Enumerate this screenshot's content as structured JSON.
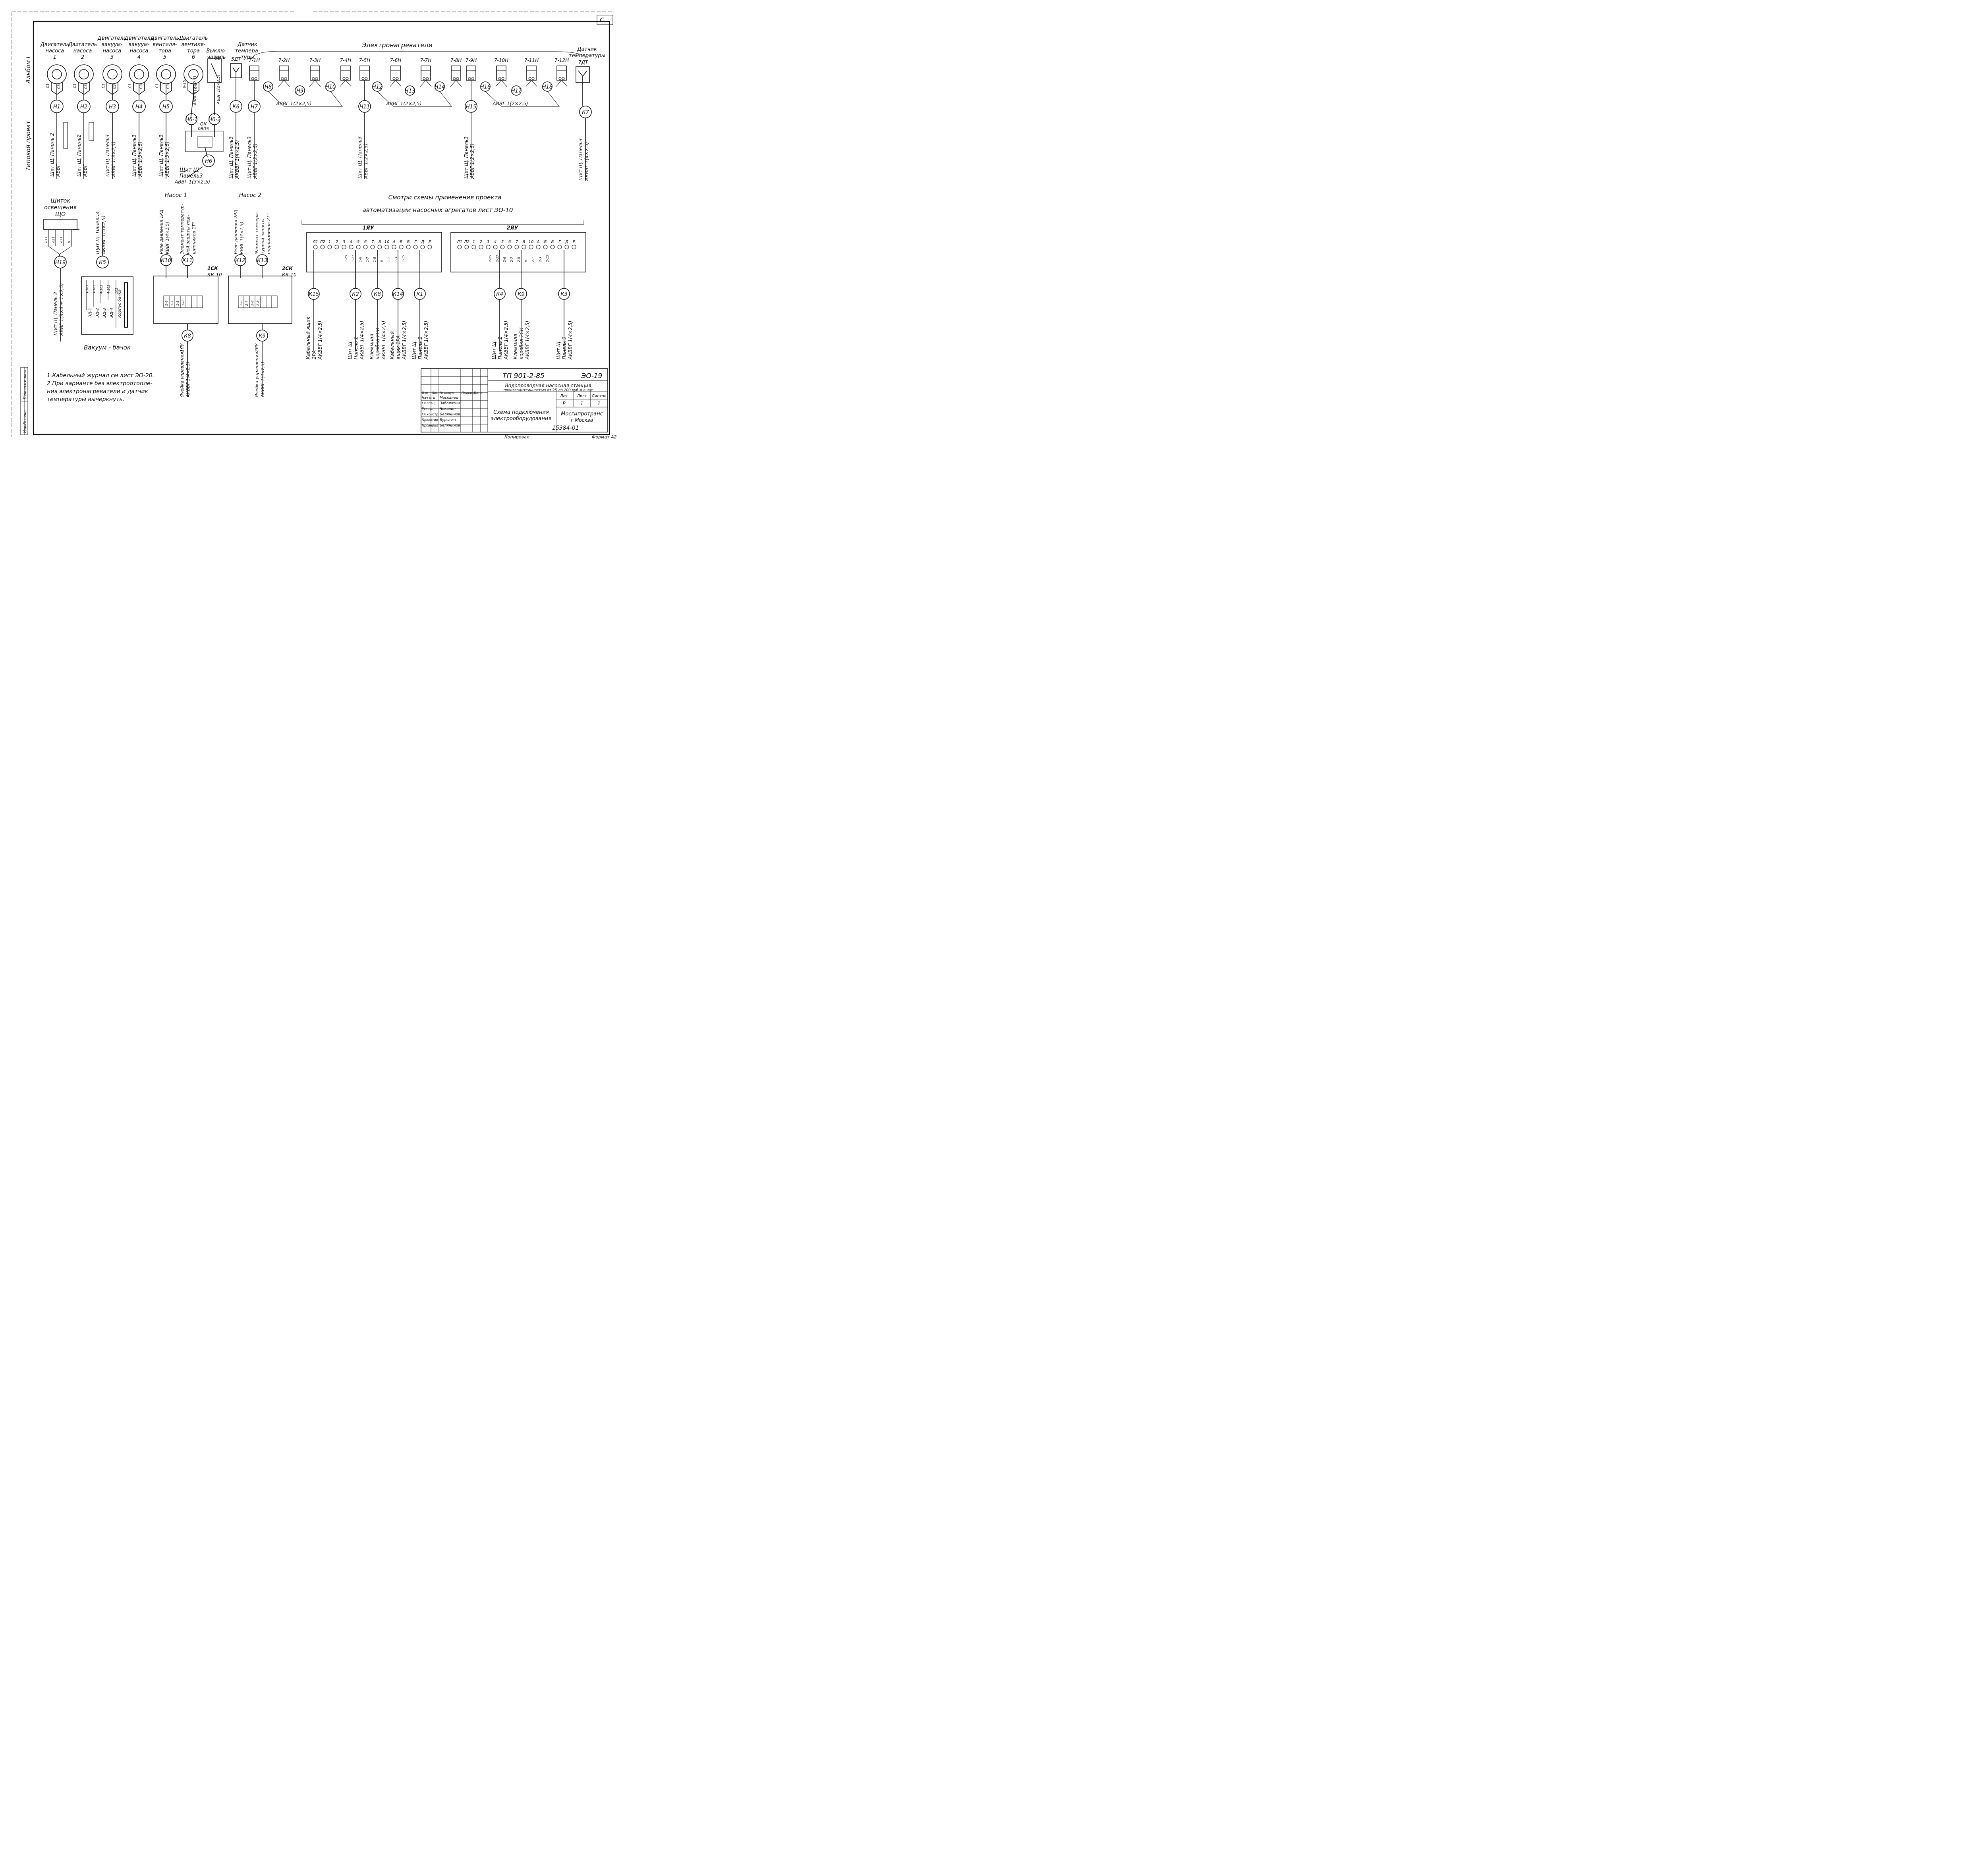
{
  "corner_mark": "С",
  "side": {
    "album": "Альбом I",
    "project": "Типовой проект"
  },
  "stamp_side": [
    "Инв.№ подл.",
    "Подпись и дата"
  ],
  "header": {
    "motors_top": [
      [
        "Двигатель",
        "насоса",
        "1"
      ],
      [
        "Двигатель",
        "насоса",
        "2"
      ],
      [
        "Двигатель",
        "вакуум-",
        "насоса",
        "3"
      ],
      [
        "Двигатель",
        "вакуум-",
        "насоса",
        "4"
      ],
      [
        "Двигатель",
        "вентиля-",
        "тора",
        "5"
      ],
      [
        "Двигатель",
        "вентиля-",
        "тора",
        "6"
      ],
      [
        "Выклю-",
        "чатель"
      ],
      [
        "Датчик",
        "темпера-",
        "туры"
      ]
    ],
    "heaters_title": "Электронагреватели",
    "sensor2": [
      "Датчик",
      "температуры"
    ]
  },
  "units": {
    "switch": "6В",
    "sensor": "5ДТ",
    "sensor2": "7ДТ",
    "heaters": [
      "7-1Н",
      "7-2Н",
      "7-3Н",
      "7-4Н",
      "7-5Н",
      "7-6Н",
      "7-7Н",
      "7-8Н",
      "7-9Н",
      "7-10Н",
      "7-11Н",
      "7-12Н"
    ]
  },
  "cable_nodes": {
    "top": [
      "Н1",
      "Н2",
      "Н3",
      "Н4",
      "Н5",
      "Н6-1",
      "Н6-2",
      "Н6",
      "К6",
      "Н7",
      "Н8",
      "Н9",
      "Н10",
      "Н11",
      "Н12",
      "Н13",
      "Н14",
      "Н15",
      "Н16",
      "Н17",
      "Н18",
      "К7"
    ],
    "mid": [
      "Н19",
      "К5",
      "К10",
      "К11",
      "К12",
      "К13",
      "К8",
      "К9"
    ],
    "right": [
      "К15",
      "К2",
      "К8",
      "К14",
      "К1",
      "К4",
      "К9",
      "К3"
    ]
  },
  "cable_group": "АВВГ 1(2×2,5)",
  "vert_labels": {
    "c1": [
      "Щит Щ. Панель 2",
      "АВВГ"
    ],
    "c2": [
      "Щит Щ. Панель2",
      "АВВГ"
    ],
    "c3": [
      "Щит Щ. Панель3",
      "АВВГ 1(3×2,5)"
    ],
    "c4": [
      "Щит Щ. Панель3",
      "АВВГ 1(3×2,5)"
    ],
    "c5": [
      "Щит Щ. Панель3",
      "АВВГ 1(3×2,5)"
    ],
    "c6": "АВВГ 1(2×2,5)",
    "c6b": "АВВГ 1(2×2,5)",
    "ck6": [
      "Щит Щ. Панель3",
      "АКВВГ 1(4×2,5)"
    ],
    "ch7": [
      "Щит Щ. Панель3",
      "АВВГ 1(2×2,5)"
    ],
    "ch11": [
      "Щит Щ. Панель3",
      "АВВГ 1(2×2,5)"
    ],
    "ch15": [
      "Щит Щ. Панель3",
      "АВВГ 1(2×2,5)"
    ],
    "ck7": [
      "Щит Щ. Панель3",
      "АКВВГ 1(4×2,5)"
    ]
  },
  "h6_bottom": [
    "Щит Щ",
    "Панель3",
    "АВВГ 1(3×2,5)"
  ],
  "ok_label": [
    "ОК",
    "0805"
  ],
  "lighting": {
    "title": [
      "Щиток",
      "освещения",
      "ЩО"
    ],
    "terms": [
      "Л11",
      "Л21",
      "Л31",
      "0"
    ],
    "cable": [
      "Щит Щ. Панель 2",
      "АВВГ 1(3×4 + 1×2,5)"
    ]
  },
  "vacuum": {
    "cable": [
      "Щит Щ. Панель3",
      "АКВВГ 1(5×2,5)"
    ],
    "wires": [
      "3-103",
      "3-105",
      "4-103",
      "4-105",
      "102"
    ],
    "electrodes": [
      "ЭД-1",
      "ЭД-2",
      "ЭД-3",
      "ЭД-4",
      "Корпус бачка"
    ],
    "title": "Вакуум - бачок"
  },
  "pumps": [
    {
      "title": "Насос 1",
      "relay": [
        "Реле давления 1РД",
        "КВВГ 1(4×1,5)"
      ],
      "elem": [
        "Элемент температур-",
        "ной защиты под-",
        "шипников 1Т°",
        "КВВГ 1(4×1,5)"
      ],
      "box": [
        "1СК",
        "КК-10"
      ],
      "terms": [
        "1-6",
        "1-7",
        "1-8",
        "1-8"
      ],
      "out": [
        "Ячейка управления1ЯУ",
        "АКВВГ 1(4×2,5)"
      ]
    },
    {
      "title": "Насос 2",
      "relay": [
        "Реле давления 2РД",
        "КВВГ 1(4×1,5)"
      ],
      "elem": [
        "Элемент темпера-",
        "турной защиты",
        "подшипников 2Т°",
        "КВВГ 1(4×1,5)"
      ],
      "box": [
        "2СК",
        "КК-10"
      ],
      "terms": [
        "2-6",
        "2-7",
        "2-8",
        "2-8"
      ],
      "out": [
        "Ячейка управления2ЯУ",
        "АКВВГ 1(4×2,5)"
      ]
    }
  ],
  "see_note": [
    "Смотри схемы применения проекта",
    "автоматизации насосных агрегатов лист ЭО-10"
  ],
  "yau1": {
    "title": "1ЯУ",
    "terms": [
      "Л1",
      "Л2",
      "1",
      "2",
      "3",
      "4",
      "5",
      "6",
      "7",
      "8",
      "10",
      "А",
      "Б",
      "В",
      "Г",
      "Д",
      "Е"
    ],
    "wires": [
      "1-25",
      "1-27",
      "1-6",
      "1-7",
      "1-8",
      "0",
      "1-1",
      "1-3",
      "1-15"
    ]
  },
  "yau2": {
    "title": "2ЯУ",
    "terms": [
      "Л1",
      "Л2",
      "1",
      "2",
      "3",
      "4",
      "5",
      "6",
      "7",
      "8",
      "10",
      "А",
      "Б",
      "В",
      "Г",
      "Д",
      "Е"
    ],
    "wires": [
      "2-25",
      "2-27",
      "2-6",
      "2-7",
      "2-8",
      "0",
      "2-1",
      "2-3",
      "2-15"
    ]
  },
  "right_labels": [
    [
      "Кабельный ящик",
      "2РА",
      "АКВВГ 1(4×2,5)"
    ],
    [
      "Щит Щ.",
      "Панель 2",
      "АКВВГ 1(4×2,5)"
    ],
    [
      "Клеммная",
      "коробка 2СК",
      "АКВВГ 1(4×2,5)"
    ],
    [
      "Кабельный",
      "ящик 1РА",
      "АКВВГ 1(4×2,5)"
    ],
    [
      "Щит Щ.",
      "Панель 2",
      "АКВВГ 1(4×2,5)"
    ],
    [
      "Щит Щ.",
      "Панель 2",
      "АКВВГ 1(4×2,5)"
    ],
    [
      "Клеммная",
      "коробка 2СК",
      "АКВВГ 1(4×2,5)"
    ],
    [
      "Щит Щ.",
      "Панель 2",
      "АКВВГ 1(4×2,5)"
    ]
  ],
  "notes": [
    "1.Кабельный журнал см лист ЭО-20.",
    "2.При варианте без электроотопле-",
    "ния электронагреватели и датчик",
    "температуры вычеркнуть."
  ],
  "title_block": {
    "code": "ТП 901-2-85",
    "sheet": "ЭО-19",
    "desc": [
      "Водопроводная насосная станция",
      "производительностью от 25 до 200 куб.м в час"
    ],
    "cols": [
      "Изм",
      "Лист",
      "№ докум",
      "Подпись",
      "Дата"
    ],
    "rows": [
      [
        "Нач отд",
        "Масканец"
      ],
      [
        "Гл.спец",
        "Заболотин"
      ],
      [
        "Рук.гр.",
        "Чекалин"
      ],
      [
        "Гл.констр",
        "Белянинов"
      ],
      [
        "Проектир",
        "Бурыгин"
      ],
      [
        "Проверил",
        "Белянинов"
      ]
    ],
    "lit_h": [
      "Лит",
      "Лист",
      "Листов"
    ],
    "lit_v": [
      "Р",
      "1",
      "1"
    ],
    "scheme": [
      "Схема подключения",
      "электрооборудования"
    ],
    "org": [
      "Мосгипротранс",
      "г Москва"
    ]
  },
  "archive": "15384-01",
  "footer": [
    "Копировал",
    "Формат А2"
  ]
}
